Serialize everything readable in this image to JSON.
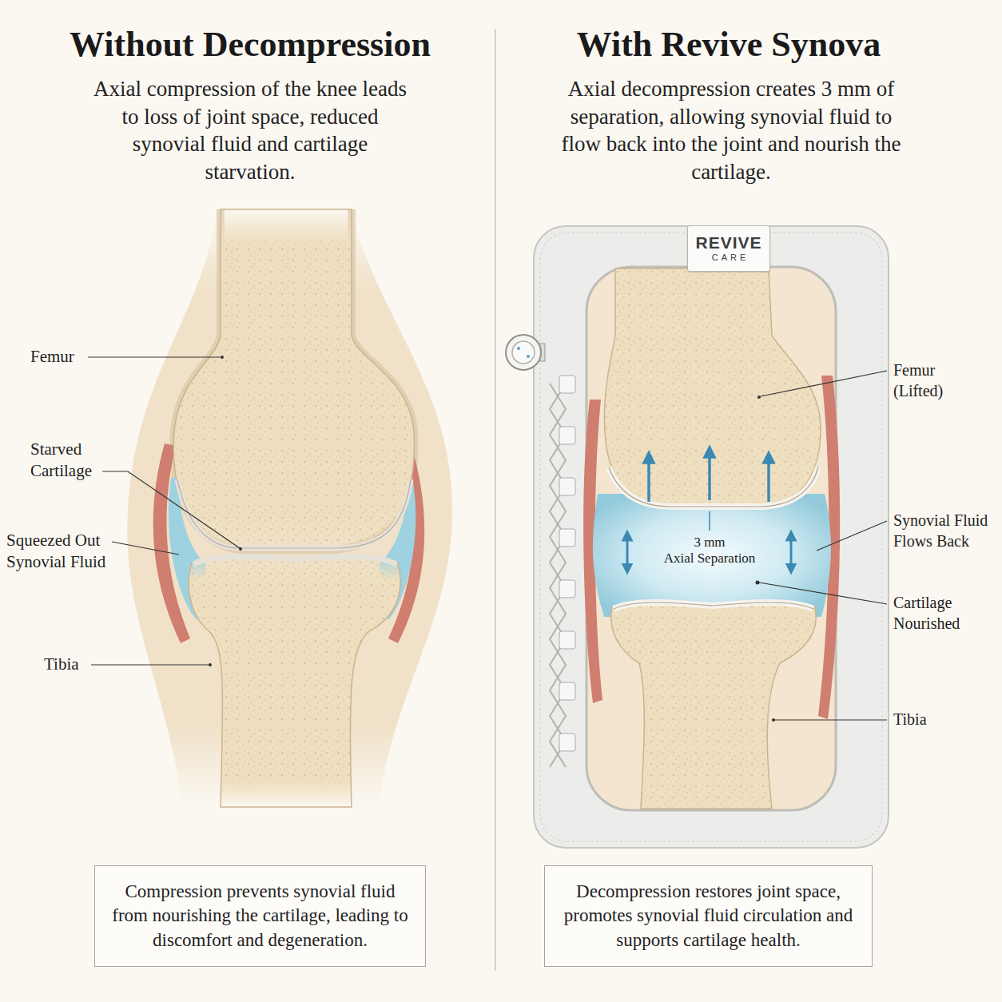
{
  "diagram": {
    "nodes": [
      {
        "text": [
          "Compression prevents synovial fluid from nourishing the cartilage, leading to discomfort and degeneration."
        ]
      },
      {
        "text": [
          "REVIVE",
          "CARE"
        ]
      },
      {
        "text": [
          "Decompression restores joint space, promotes synovial fluid circulation and supports cartilage health."
        ]
      }
    ],
    "labels": [
      "Without Decompression",
      "Axial compression of the knee leads to loss of joint space, reduced synovial fluid and cartilage starvation.",
      "Femur",
      "Starved Cartilage",
      "Squeezed Out Synovial Fluid",
      "Tibia",
      "With Revive Synova",
      "Axial decompression creates 3 mm of separation, allowing synovial fluid to flow back into the joint and nourish the cartilage.",
      "Femur (Lifted)",
      "Synovial Fluid Flows Back",
      "3 mm",
      "Axial Separation",
      "Cartilage Nourished",
      "Tibia"
    ]
  }
}
